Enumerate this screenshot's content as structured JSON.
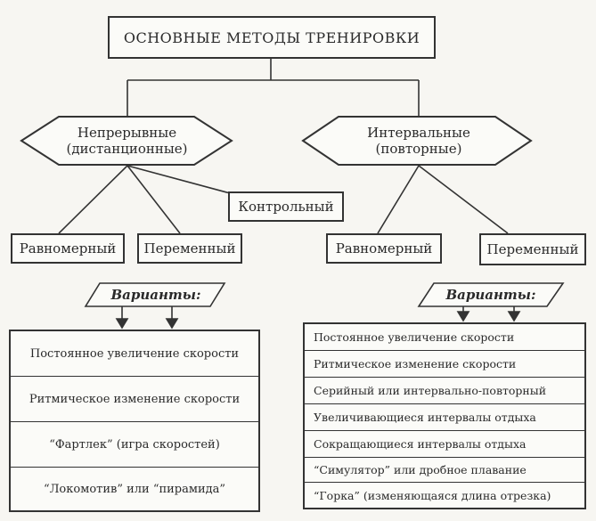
{
  "title": "ОСНОВНЫЕ МЕТОДЫ ТРЕНИРОВКИ",
  "left_branch": {
    "line1": "Непрерывные",
    "line2": "(дистанционные)",
    "uniform": "Равномерный",
    "variable": "Переменный",
    "control": "Контрольный",
    "variants_label": "Варианты:",
    "variants": [
      "Постоянное увеличение скорости",
      "Ритмическое изменение скорости",
      "“Фартлек” (игра скоростей)",
      "“Локомотив” или “пирамида”"
    ]
  },
  "right_branch": {
    "line1": "Интервальные",
    "line2": "(повторные)",
    "uniform": "Равномерный",
    "variable": "Переменный",
    "variants_label": "Варианты:",
    "variants": [
      "Постоянное увеличение скорости",
      "Ритмическое изменение скорости",
      "Серийный или интервально-повторный",
      "Увеличивающиеся интервалы отдыха",
      "Сокращающиеся интервалы отдыха",
      "“Симулятор” или дробное плавание",
      "“Горка” (изменяющаяся длина отрезка)"
    ]
  }
}
